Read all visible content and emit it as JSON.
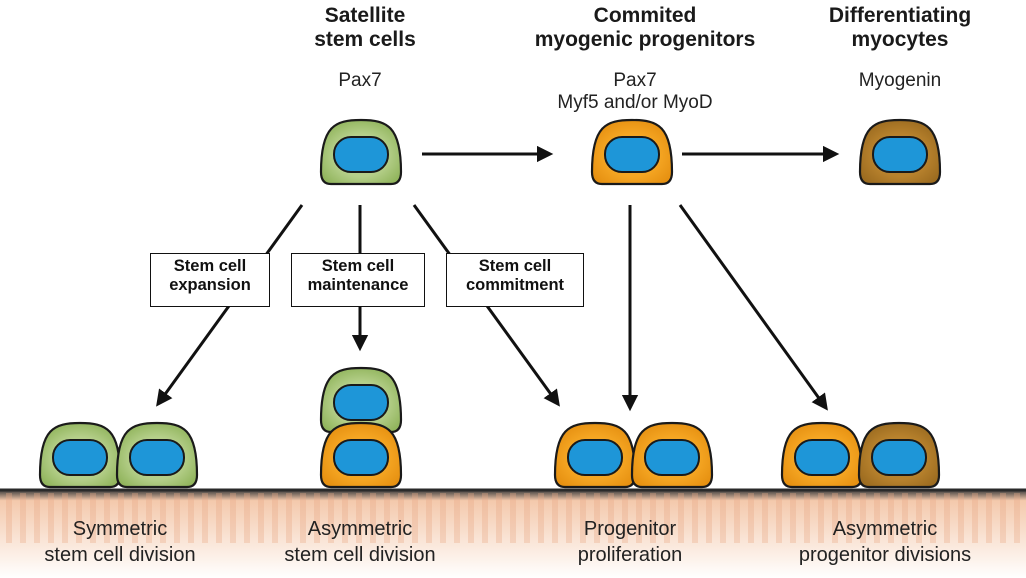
{
  "headers": {
    "satellite": [
      "Satellite",
      "stem cells"
    ],
    "committed": [
      "Commited",
      "myogenic progenitors"
    ],
    "differentiating": [
      "Differentiating",
      "myocytes"
    ]
  },
  "markers": {
    "satellite": [
      "Pax7"
    ],
    "committed": [
      "Pax7",
      "Myf5 and/or MyoD"
    ],
    "differentiating": [
      "Myogenin"
    ]
  },
  "process_boxes": {
    "expansion": [
      "Stem cell",
      "expansion"
    ],
    "maintenance": [
      "Stem cell",
      "maintenance"
    ],
    "commitment": [
      "Stem cell",
      "commitment"
    ]
  },
  "division_labels": {
    "symmetric": [
      "Symmetric",
      "stem cell division"
    ],
    "asymmetric_stem": [
      "Asymmetric",
      "stem cell division"
    ],
    "proliferation": [
      "Progenitor",
      "proliferation"
    ],
    "asymmetric_progenitor": [
      "Asymmetric",
      "progenitor divisions"
    ]
  },
  "colors": {
    "stem_cell": "#b5cf8a",
    "progenitor": "#f5a623",
    "myocyte": "#b8822d",
    "nucleus": "#1e96d8",
    "outline": "#1a1a1a",
    "membrane_top": "#3a3a3a",
    "membrane_fade": "#f4c9ac"
  }
}
